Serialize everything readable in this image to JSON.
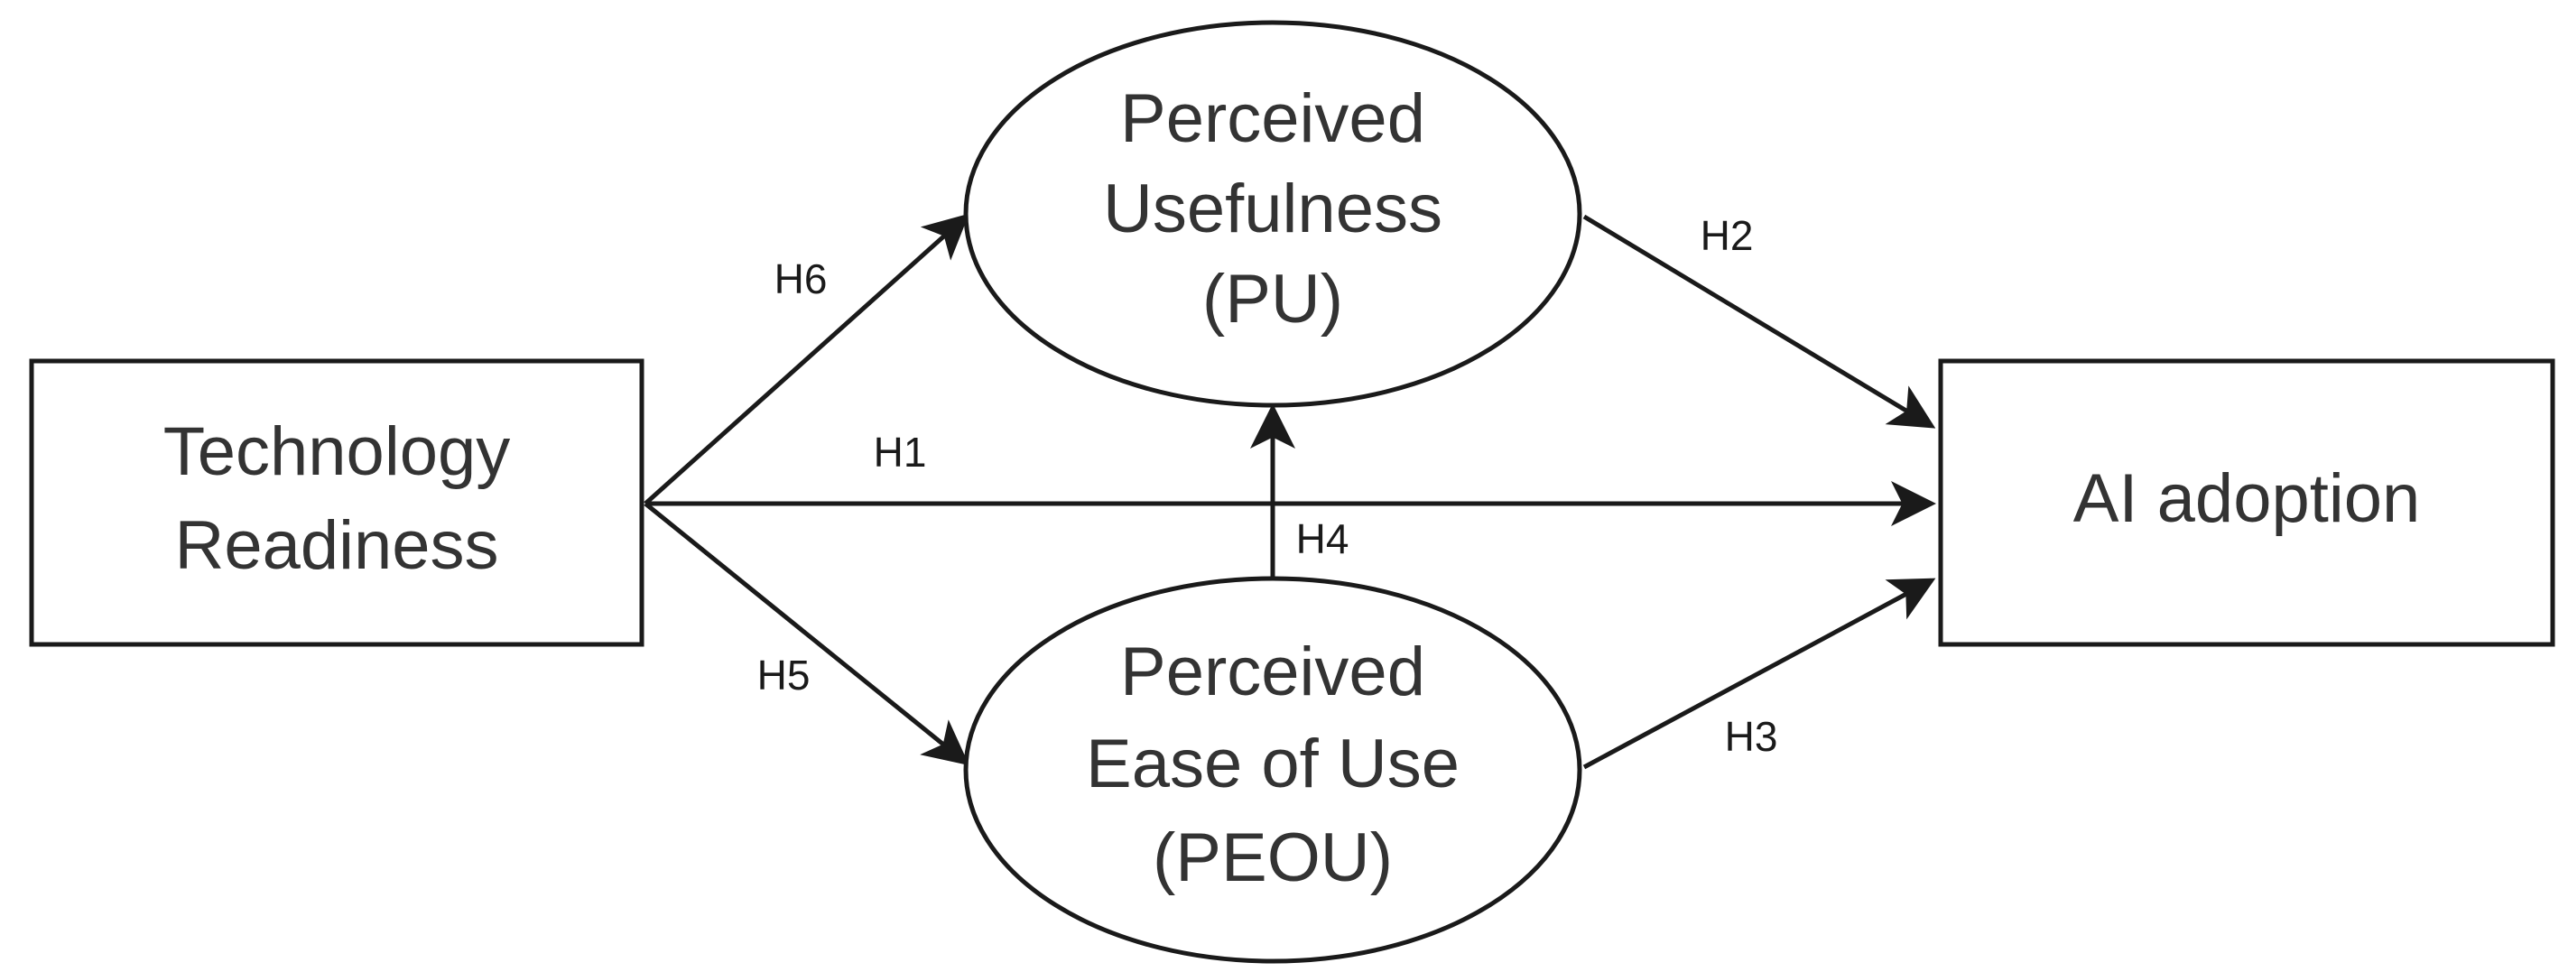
{
  "nodes": {
    "technology_readiness": {
      "lines": [
        "Technology",
        "Readiness"
      ]
    },
    "perceived_usefulness": {
      "lines": [
        "Perceived",
        "Usefulness",
        "(PU)"
      ]
    },
    "perceived_ease_of_use": {
      "lines": [
        "Perceived",
        "Ease of Use",
        "(PEOU)"
      ]
    },
    "ai_adoption": {
      "lines": [
        "AI adoption"
      ]
    }
  },
  "edges": {
    "h1": {
      "label": "H1",
      "from": "Technology Readiness",
      "to": "AI adoption"
    },
    "h2": {
      "label": "H2",
      "from": "Perceived Usefulness (PU)",
      "to": "AI adoption"
    },
    "h3": {
      "label": "H3",
      "from": "Perceived Ease of Use (PEOU)",
      "to": "AI adoption"
    },
    "h4": {
      "label": "H4",
      "from": "Perceived Ease of Use (PEOU)",
      "to": "Perceived Usefulness (PU)"
    },
    "h5": {
      "label": "H5",
      "from": "Technology Readiness",
      "to": "Perceived Ease of Use (PEOU)"
    },
    "h6": {
      "label": "H6",
      "from": "Technology Readiness",
      "to": "Perceived Usefulness (PU)"
    }
  },
  "colors": {
    "stroke": "#1a1a1a",
    "node_text": "#333333",
    "background": "#ffffff"
  }
}
